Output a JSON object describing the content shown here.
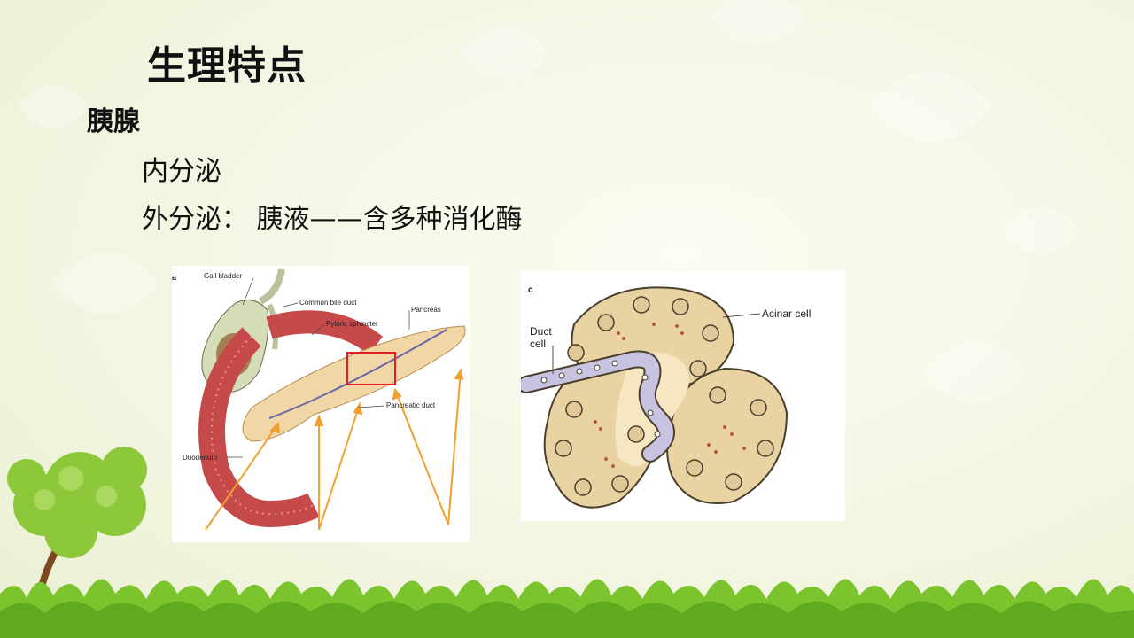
{
  "slide": {
    "title": "生理特点",
    "subtitle": "胰腺",
    "bullets": [
      "内分泌",
      "外分泌：  胰液——含多种消化酶"
    ]
  },
  "figure_a": {
    "panel_letter": "a",
    "labels": {
      "gall_bladder": "Gall bladder",
      "common_bile_duct": "Common bile duct",
      "pyloric_sphincter": "Pyloric sphincter",
      "pancreas": "Pancreas",
      "pancreatic_duct": "Pancreatic duct",
      "duodenum": "Duodenum"
    }
  },
  "figure_c": {
    "panel_letter": "c",
    "labels": {
      "acinar_cell": "Acinar cell",
      "duct_line1": "Duct",
      "duct_line2": "cell"
    }
  },
  "colors": {
    "text": "#111111",
    "arrow": "#f0a030",
    "highlight_box": "#e02020",
    "grass": "#7cc42e",
    "tissue": "#e9d3a2",
    "duct": "#c9c3e2"
  }
}
